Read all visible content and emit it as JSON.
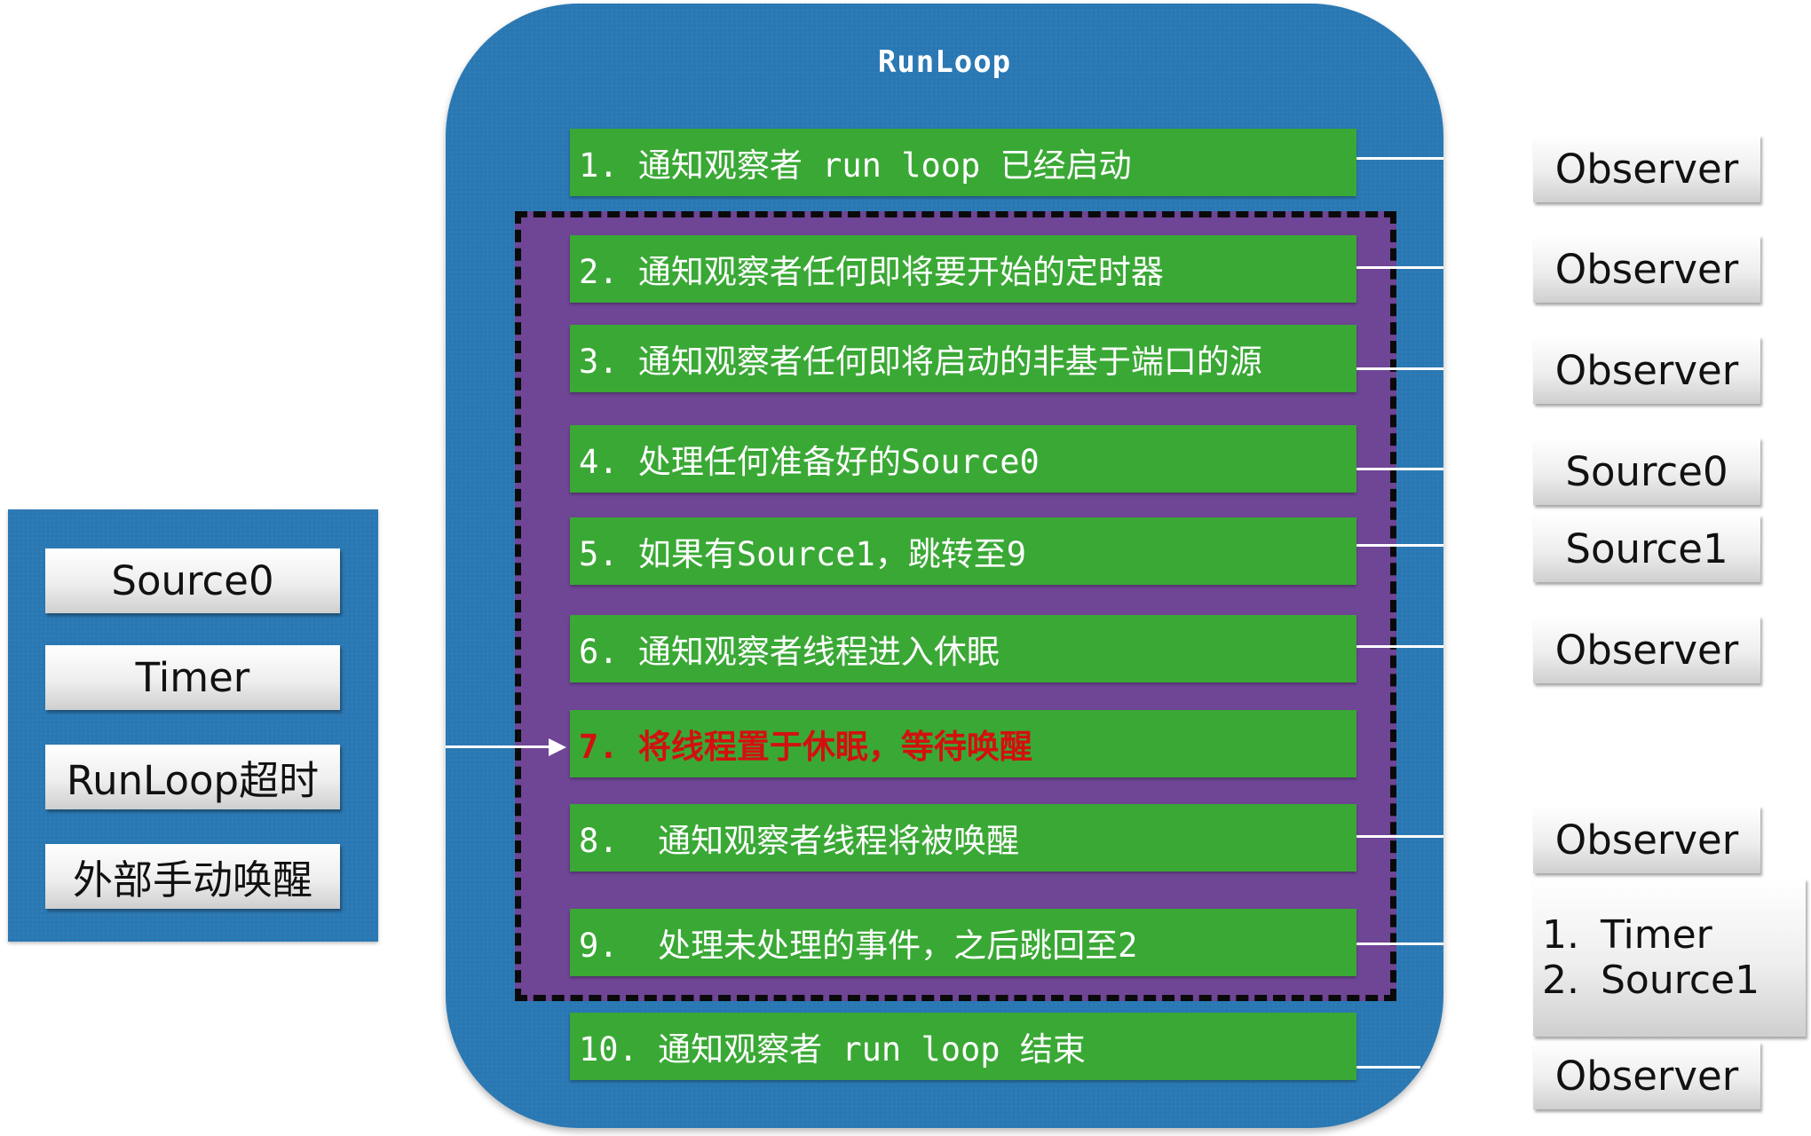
{
  "runloop": {
    "title": "RunLoop",
    "steps": [
      {
        "label": "1. 通知观察者 run loop 已经启动",
        "highlight": false
      },
      {
        "label": "2. 通知观察者任何即将要开始的定时器",
        "highlight": false
      },
      {
        "label": "3. 通知观察者任何即将启动的非基于端口的源",
        "highlight": false
      },
      {
        "label": "4. 处理任何准备好的Source0",
        "highlight": false
      },
      {
        "label": "5. 如果有Source1，跳转至9",
        "highlight": false
      },
      {
        "label": "6. 通知观察者线程进入休眠",
        "highlight": false
      },
      {
        "label": "7. 将线程置于休眠，等待唤醒",
        "highlight": true
      },
      {
        "label": "8.  通知观察者线程将被唤醒",
        "highlight": false
      },
      {
        "label": "9.  处理未处理的事件，之后跳回至2",
        "highlight": false
      },
      {
        "label": "10. 通知观察者 run loop 结束",
        "highlight": false
      }
    ]
  },
  "wake_sources": [
    "Source0",
    "Timer",
    "RunLoop超时",
    "外部手动唤醒"
  ],
  "right_labels": {
    "step1": "Observer",
    "step2": "Observer",
    "step3": "Observer",
    "step4": "Source0",
    "step5": "Source1",
    "step6": "Observer",
    "step8": "Observer",
    "step9_list": [
      {
        "num": "1.",
        "text": "Timer"
      },
      {
        "num": "2.",
        "text": "Source1"
      }
    ],
    "step10": "Observer"
  },
  "colors": {
    "container_blue": "#2a78b3",
    "loop_purple": "#6f4595",
    "step_green": "#3aa835",
    "highlight_red": "#d31010"
  }
}
